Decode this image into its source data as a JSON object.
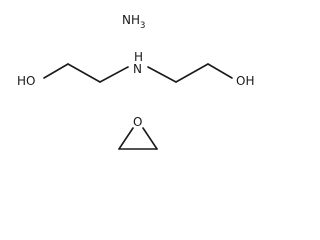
{
  "molecules": {
    "ammonia": {
      "atom_n": "N",
      "atom_h3": "H",
      "subscript": "3"
    },
    "diethanolamine": {
      "left_oh": "HO",
      "nh": "H",
      "nh_n": "N",
      "right_oh": "OH"
    },
    "ethylene_oxide": {
      "atom_o": "O"
    }
  }
}
